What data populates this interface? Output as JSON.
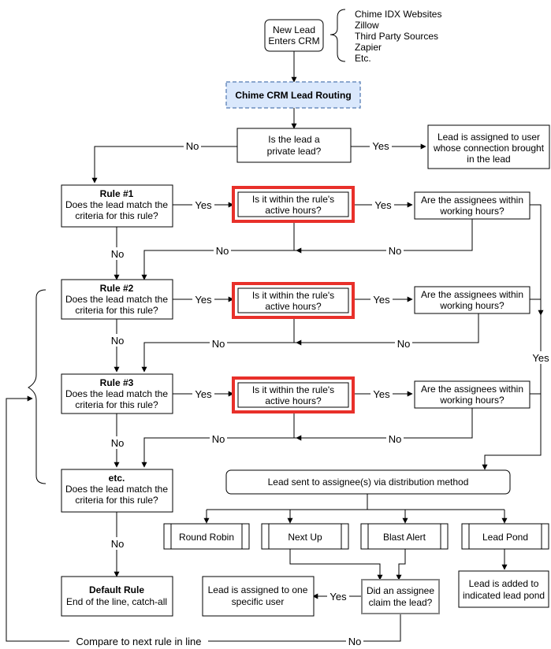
{
  "sources": {
    "items": [
      "Chime IDX Websites",
      "Zillow",
      "Third Party Sources",
      "Zapier",
      "Etc."
    ]
  },
  "nodes": {
    "new_lead": [
      "New Lead",
      "Enters CRM"
    ],
    "routing": "Chime CRM Lead Routing",
    "private_q": [
      "Is the lead a",
      "private lead?"
    ],
    "private_assigned": [
      "Lead is assigned to user",
      "whose connection brought",
      "in the lead"
    ],
    "rule1": {
      "title": "Rule #1",
      "lines": [
        "Does the lead match the",
        "criteria for this rule?"
      ]
    },
    "rule2": {
      "title": "Rule #2",
      "lines": [
        "Does the lead match the",
        "criteria for this rule?"
      ]
    },
    "rule3": {
      "title": "Rule #3",
      "lines": [
        "Does the lead match the",
        "criteria for this rule?"
      ]
    },
    "rule_etc": {
      "title": "etc.",
      "lines": [
        "Does the lead match the",
        "criteria for this rule?"
      ]
    },
    "active_hours": [
      "Is it within the rule's",
      "active hours?"
    ],
    "working_hours": [
      "Are the assignees within",
      "working hours?"
    ],
    "distribution": "Lead sent to assignee(s) via distribution method",
    "methods": [
      "Round Robin",
      "Next Up",
      "Blast Alert",
      "Lead Pond"
    ],
    "default_rule": {
      "title": "Default Rule",
      "lines": [
        "End of the line, catch-all"
      ]
    },
    "one_user": [
      "Lead is assigned to one",
      "specific user"
    ],
    "claim_q": [
      "Did an assignee",
      "claim the lead?"
    ],
    "pond_added": [
      "Lead is added to",
      "indicated lead pond"
    ]
  },
  "edge_labels": {
    "yes": "Yes",
    "no": "No",
    "compare_next": "Compare to next rule in line"
  },
  "colors": {
    "highlight_border": "#e8302a",
    "routing_fill": "#dae8fc",
    "routing_border": "#6c8ebf",
    "claim_border": "#888888"
  }
}
